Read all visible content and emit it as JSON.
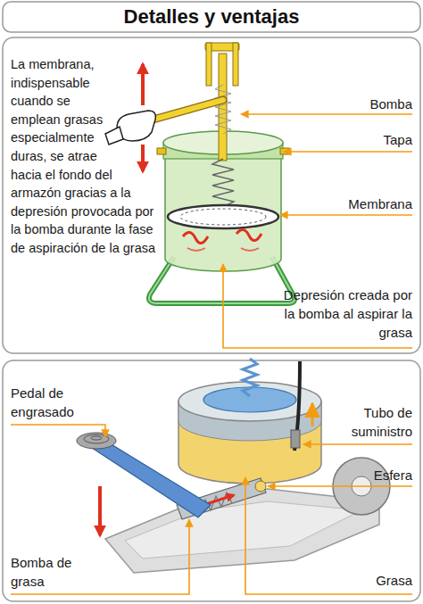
{
  "diagram": {
    "title": "Detalles y ventajas",
    "labels": [
      "La membrana, indispensable cuando se emplean grasas especialmente duras, se atrae hacia el fondo del armazón gracias a la depresión provocada por la bomba durante la fase de aspiración de la grasa",
      "Bomba",
      "Tapa",
      "Membrana",
      "Depresión creada por la bomba al aspirar la grasa",
      "Pedal de engrasado",
      "Tubo de suministro",
      "Esfera",
      "Bomba de grasa",
      "Grasa"
    ]
  }
}
